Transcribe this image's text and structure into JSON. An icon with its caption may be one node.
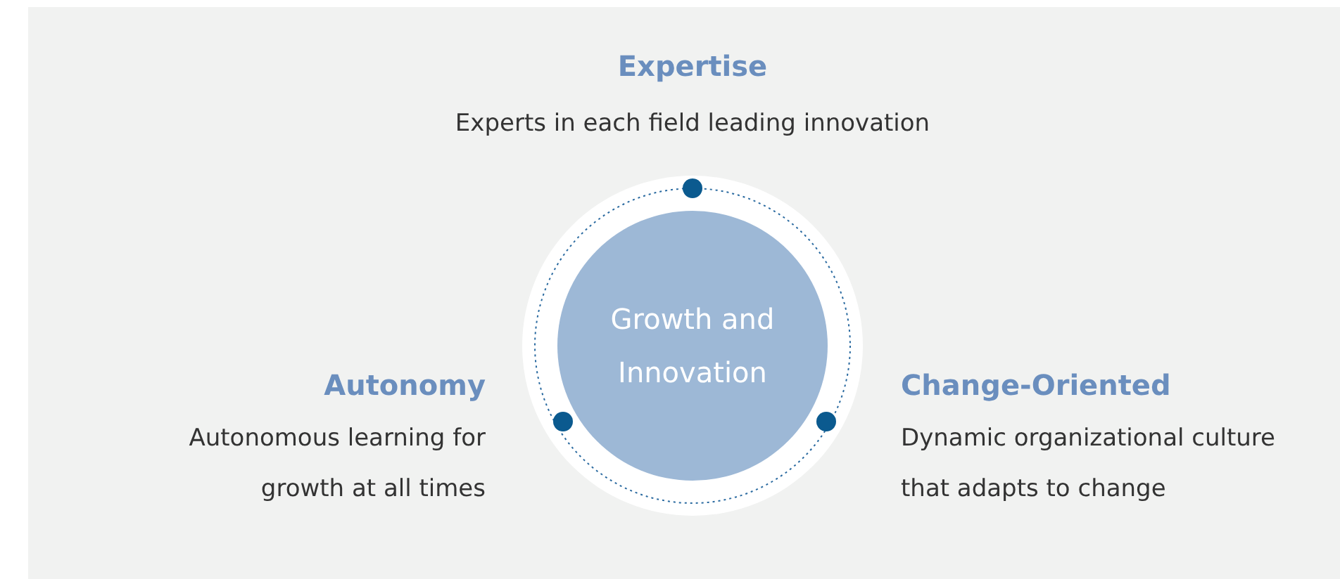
{
  "diagram": {
    "nodes": [
      {
        "text": [
          "Growth and Innovation"
        ]
      }
    ],
    "edges": [],
    "labels": [
      "Expertise",
      "Experts in each field leading innovation",
      "Autonomy",
      "Autonomous learning for growth at all times",
      "Change-Oriented",
      "Dynamic organizational culture that adapts to change"
    ]
  }
}
